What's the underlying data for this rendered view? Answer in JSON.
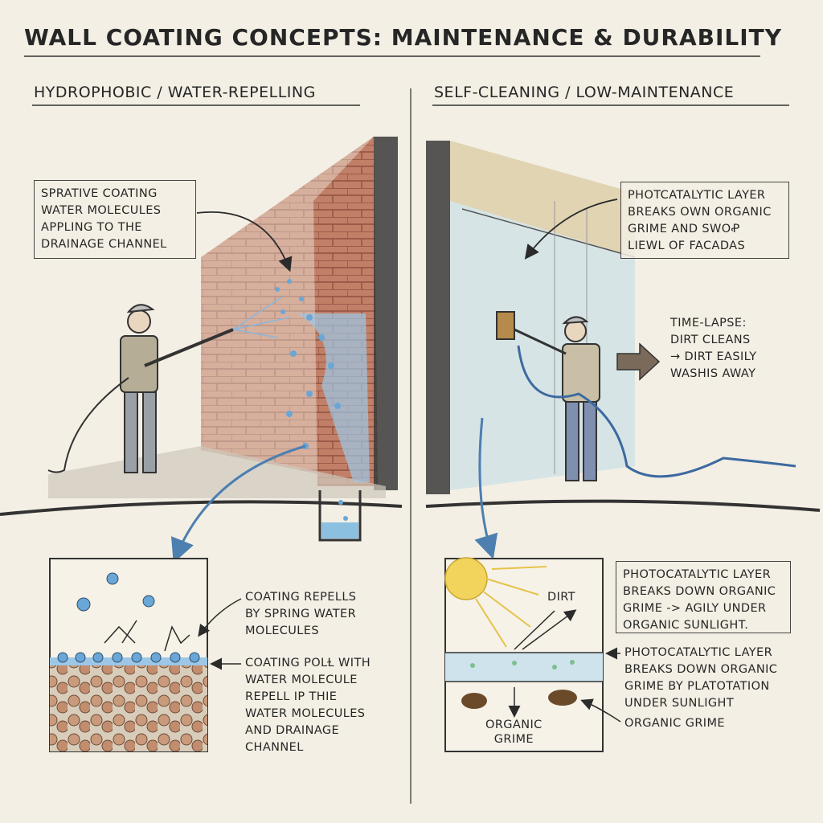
{
  "title": "WALL COATING CONCEPTS: MAINTENANCE & DURABILITY",
  "left": {
    "heading": "HYDROPHOBIC / WATER-REPELLING",
    "callout": [
      "SPRATIVE COATING",
      "WATER MOLECULES",
      "APPLING TO THE",
      "DRAINAGE CHANNEL"
    ],
    "detail_label_top": [
      "COATING REPELLS",
      "BY SPRING WATER",
      "MOLECULES"
    ],
    "detail_label_bottom": [
      "COATING POLⱢ WITH",
      "WATER MOLECULE",
      "REPELL IP THIE",
      "WATER MOLECULES",
      "AND DRAINAGE",
      "CHANNEL"
    ]
  },
  "right": {
    "heading": "SELF-CLEANING / LOW-MAINTENANCE",
    "callout": [
      "PHOTCATALYTIC LAYER",
      "BREAKS OWN ORGANIC",
      "GRIME AND SWOꝒ",
      "LIEWL OF FACADAS"
    ],
    "timelapse": [
      "TIME-LAPSE:",
      "DIRT CLEANS",
      "→ DIRT EASILY",
      "WASHIS AWAY"
    ],
    "detail_box": [
      "PHOTOCATALYTIC LAYER",
      "BREAKS DOWN ORGANIC",
      "GRIME -> AGILY UNDER",
      "ORGANIC SUNLIGHT."
    ],
    "detail_label_mid": [
      "PHOTOCATALYTIC LAYER",
      "BREAKS DOWN ORGANIC",
      "GRIME BY PLATOTATION",
      "UNDER SUNLIGHT"
    ],
    "detail_label_bottom": "ORGANIC GRIME",
    "dirt_label": "DIRT",
    "grime_label": [
      "ORGANIC",
      "GRIME"
    ]
  },
  "colors": {
    "paper": "#f3efe4",
    "ink": "#2b2b2b",
    "brick": "#b8654f",
    "water": "#7fb3d9",
    "sun": "#f2d35c",
    "grime": "#6b4a2a"
  }
}
